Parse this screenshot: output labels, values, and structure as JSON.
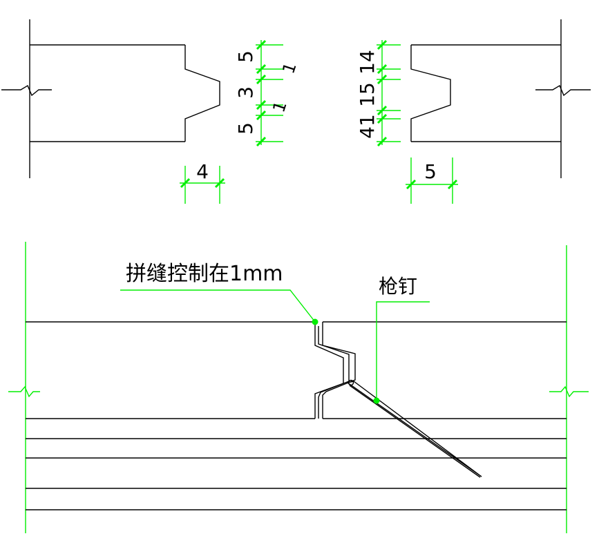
{
  "top_left_dims": {
    "vertical": [
      "5",
      "3",
      "5"
    ],
    "slope_marks": [
      "1",
      "1"
    ],
    "tongue_depth": "4"
  },
  "top_right_dims": {
    "vertical": [
      "14",
      "15",
      "41"
    ],
    "groove_depth": "5"
  },
  "bottom_labels": {
    "gap_note": "拼缝控制在1mm",
    "nail_note": "枪钉"
  },
  "colors": {
    "outline": "#000000",
    "dimension": "#00ee00",
    "background": "#ffffff"
  }
}
